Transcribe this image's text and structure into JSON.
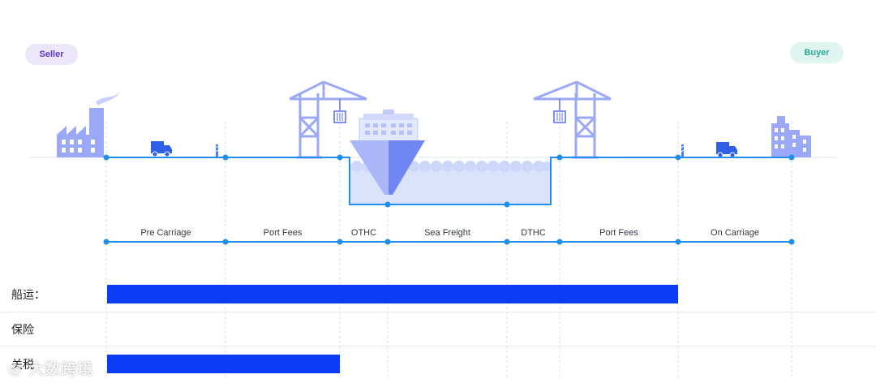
{
  "parties": {
    "seller": "Seller",
    "buyer": "Buyer"
  },
  "segments": [
    {
      "label": "Pre Carriage"
    },
    {
      "label": "Port Fees"
    },
    {
      "label": "OTHC"
    },
    {
      "label": "Sea Freight"
    },
    {
      "label": "DTHC"
    },
    {
      "label": "Port Fees"
    },
    {
      "label": "On Carriage"
    }
  ],
  "rows": [
    {
      "label": "船运：",
      "cover_from": 0,
      "cover_to": 5
    },
    {
      "label": "保险",
      "cover_from": null,
      "cover_to": null
    },
    {
      "label": "关税",
      "cover_from": 0,
      "cover_to": 1
    }
  ],
  "watermark": "大数跨境",
  "colors": {
    "route": "#1f8ef0",
    "icons": "#9aa8f7",
    "bar": "#0a3cf5",
    "water": "#dbe3fc"
  }
}
